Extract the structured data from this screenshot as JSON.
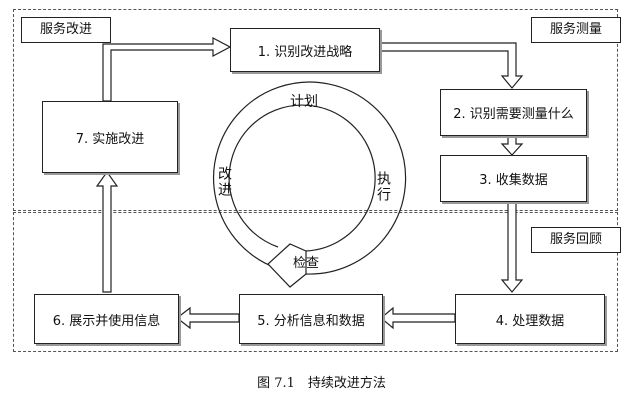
{
  "zones": {
    "improve": "服务改进",
    "measure": "服务测量",
    "review": "服务回顾"
  },
  "steps": [
    "1. 识别改进战略",
    "2. 识别需要测量什么",
    "3. 收集数据",
    "4. 处理数据",
    "5. 分析信息和数据",
    "6. 展示并使用信息",
    "7. 实施改进"
  ],
  "cycle": {
    "plan": "计划",
    "do": "执行",
    "check": "检查",
    "act": "改进"
  },
  "caption": "图 7.1　持续改进方法"
}
